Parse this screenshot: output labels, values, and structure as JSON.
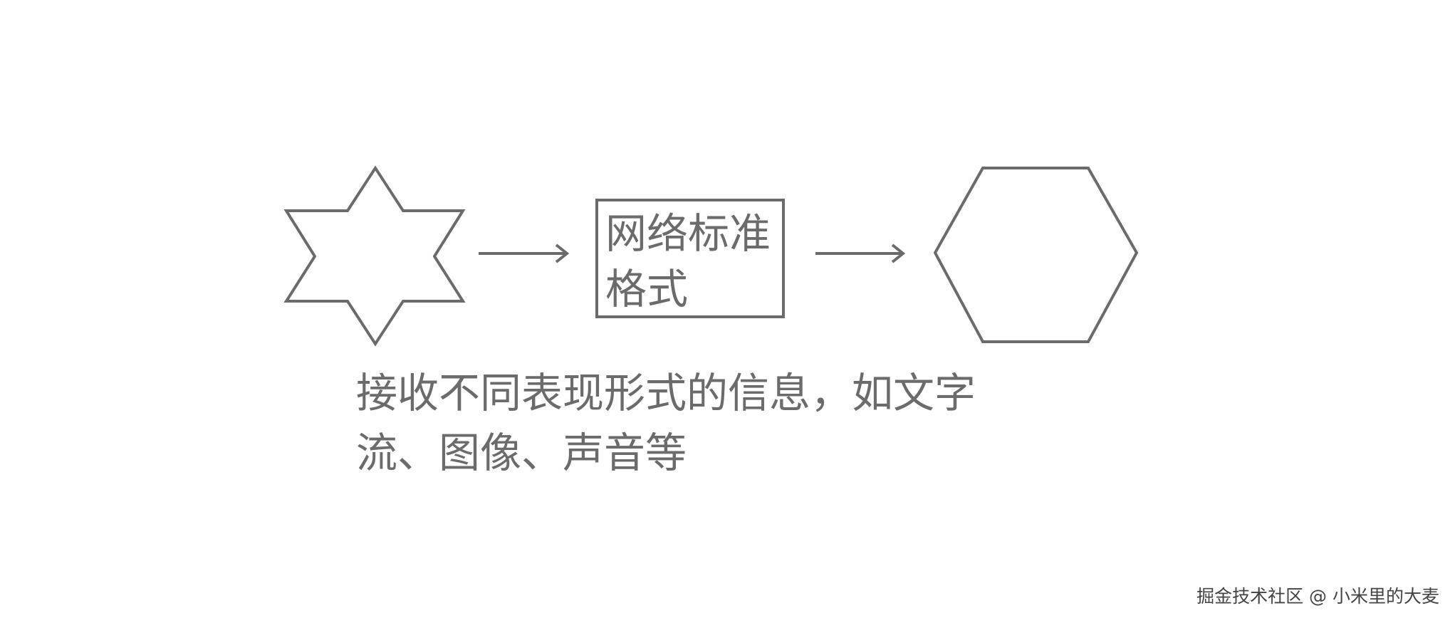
{
  "diagram": {
    "input_shape": "six-pointed-star",
    "process": {
      "label": "网络标准格式"
    },
    "output_shape": "hexagon",
    "caption": "接收不同表现形式的信息，如文字流、图像、声音等",
    "stroke_color": "#6b6b6b"
  },
  "watermark": {
    "text": "掘金技术社区 @ 小米里的大麦"
  }
}
